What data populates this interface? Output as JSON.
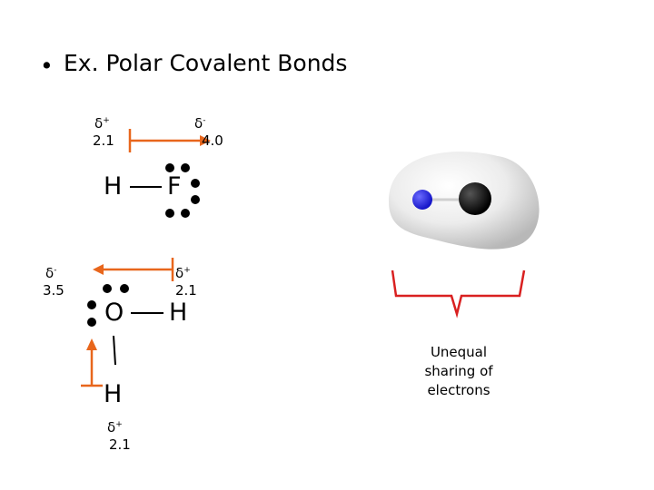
{
  "slide": {
    "bullet": "•",
    "title": "Ex. Polar Covalent Bonds"
  },
  "hf": {
    "h_delta": "δ",
    "h_sign": "+",
    "h_en": "2.1",
    "f_delta": "δ",
    "f_sign": "-",
    "f_en": "4.0",
    "h_atom": "H",
    "f_atom": "F"
  },
  "water": {
    "o_delta": "δ",
    "o_sign": "-",
    "o_en": "3.5",
    "h_right_delta": "δ",
    "h_right_sign": "+",
    "h_right_en": "2.1",
    "h_bottom_delta": "δ",
    "h_bottom_sign": "+",
    "h_bottom_en": "2.1",
    "o_atom": "O",
    "h_right_atom": "H",
    "h_bottom_atom": "H"
  },
  "caption": {
    "line1": "Unequal",
    "line2": "sharing of",
    "line3": "electrons"
  },
  "colors": {
    "arrow": "#e8661c",
    "bracket": "#d92020",
    "hydrogen": "#2222dd",
    "fluorine": "#111111"
  }
}
